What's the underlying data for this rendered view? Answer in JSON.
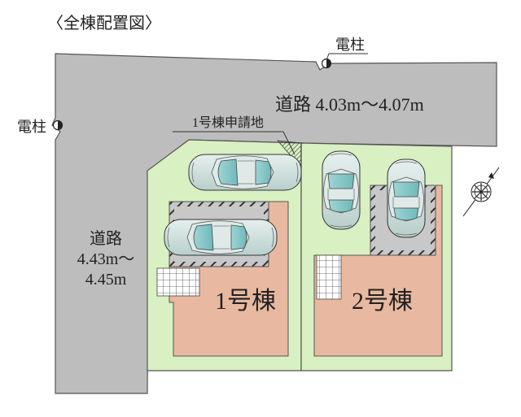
{
  "title": "〈全棟配置図〉",
  "utility_poles": {
    "top": "電柱",
    "left": "電柱"
  },
  "roads": {
    "top": "道路 4.03m～4.07m",
    "left_line1": "道路",
    "left_line2": "4.43m～",
    "left_line3": "4.45m"
  },
  "application_area_label": "1号棟申請地",
  "buildings": {
    "b1": "1号棟",
    "b2": "2号棟"
  },
  "icons": {
    "north": "north-arrow-icon",
    "pole": "utility-pole-icon"
  },
  "colors": {
    "road": "#bdbdbd",
    "lot": "#d9f0c2",
    "building": "#e8b9a0",
    "parking": "#c8c8c8",
    "car": "#cfe0dd"
  }
}
